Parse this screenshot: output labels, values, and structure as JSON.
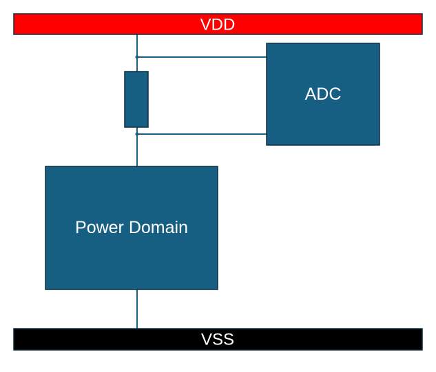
{
  "rails": {
    "vdd": {
      "label": "VDD",
      "color": "#ff0000"
    },
    "vss": {
      "label": "VSS",
      "color": "#000000"
    }
  },
  "blocks": {
    "adc": {
      "label": "ADC",
      "color": "#175f82"
    },
    "power_domain": {
      "label": "Power Domain",
      "color": "#175f82"
    },
    "sense_resistor": {
      "color": "#175f82"
    }
  },
  "colors": {
    "wire": "#1a6080",
    "outline": "#0d2f40"
  }
}
